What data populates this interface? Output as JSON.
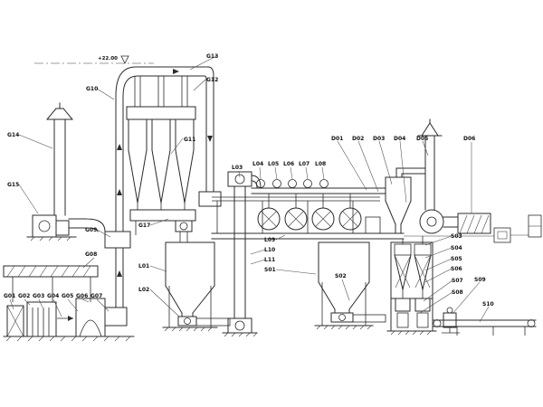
{
  "colors": {
    "background": "#ffffff",
    "line": "#2b2b2b"
  },
  "labels": {
    "elev": "+22.00",
    "g01": "G01",
    "g02": "G02",
    "g03": "G03",
    "g04": "G04",
    "g05": "G05",
    "g06": "G06",
    "g07": "G07",
    "g08": "G08",
    "g09": "G09",
    "g10": "G10",
    "g11": "G11",
    "g12": "G12",
    "g13": "G13",
    "g14": "G14",
    "g15": "G15",
    "g17": "G17",
    "l01": "L01",
    "l02": "L02",
    "l03": "L03",
    "l04": "L04",
    "l05": "L05",
    "l06": "L06",
    "l07": "L07",
    "l08": "L08",
    "l09": "L09",
    "l10": "L10",
    "l11": "L11",
    "s01": "S01",
    "s02": "S02",
    "s03": "S03",
    "s04": "S04",
    "s05": "S05",
    "s06": "S06",
    "s07": "S07",
    "s08": "S08",
    "s09": "S09",
    "s10": "S10",
    "d01": "D01",
    "d02": "D02",
    "d03": "D03",
    "d04": "D04",
    "d05": "D05",
    "d06": "D06"
  }
}
